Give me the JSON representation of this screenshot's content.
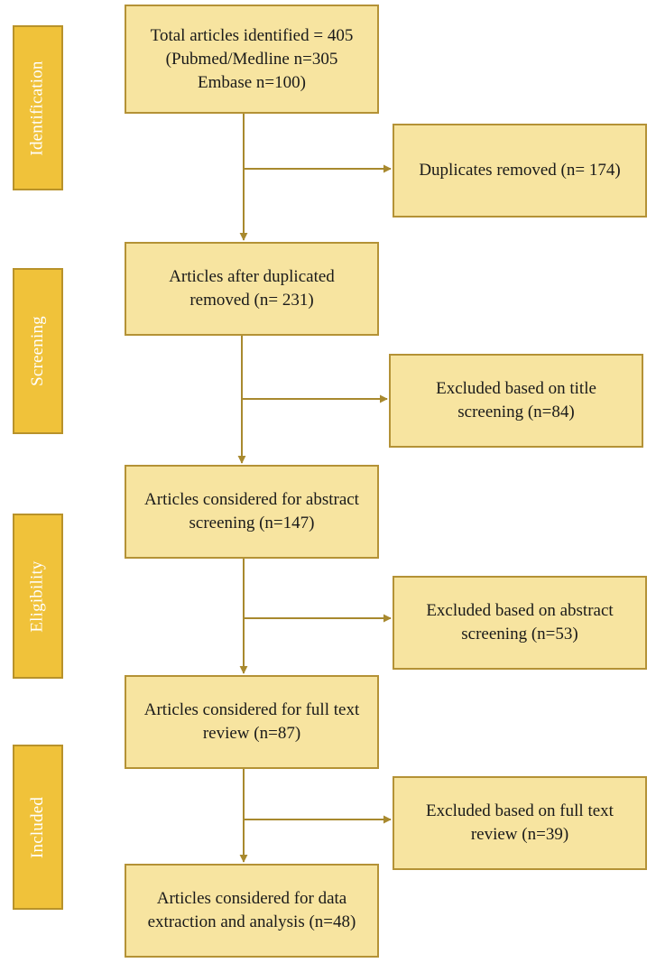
{
  "phases": {
    "identification": "Identification",
    "screening": "Screening",
    "eligibility": "Eligibility",
    "included": "Included"
  },
  "main_boxes": {
    "total_identified": [
      "Total articles identified = 405",
      "(Pubmed/Medline n=305",
      "Embase n=100)"
    ],
    "after_duplicates": [
      "Articles after duplicated",
      "removed (n= 231)"
    ],
    "abstract_screening": [
      "Articles considered for abstract",
      "screening (n=147)"
    ],
    "full_text_review": [
      "Articles considered for full text",
      "review (n=87)"
    ],
    "data_extraction": [
      "Articles considered for data",
      "extraction and analysis (n=48)"
    ]
  },
  "exclusion_boxes": {
    "duplicates_removed": [
      "Duplicates removed (n= 174)"
    ],
    "title_excluded": [
      "Excluded based on title",
      "screening (n=84)"
    ],
    "abstract_excluded": [
      "Excluded based on abstract",
      "screening (n=53)"
    ],
    "full_text_excluded": [
      "Excluded based on full text",
      "review (n=39)"
    ]
  },
  "colors": {
    "phase_fill": "#f0c23a",
    "box_fill": "#f7e4a0",
    "border": "#b49236",
    "arrow": "#a8892e"
  }
}
